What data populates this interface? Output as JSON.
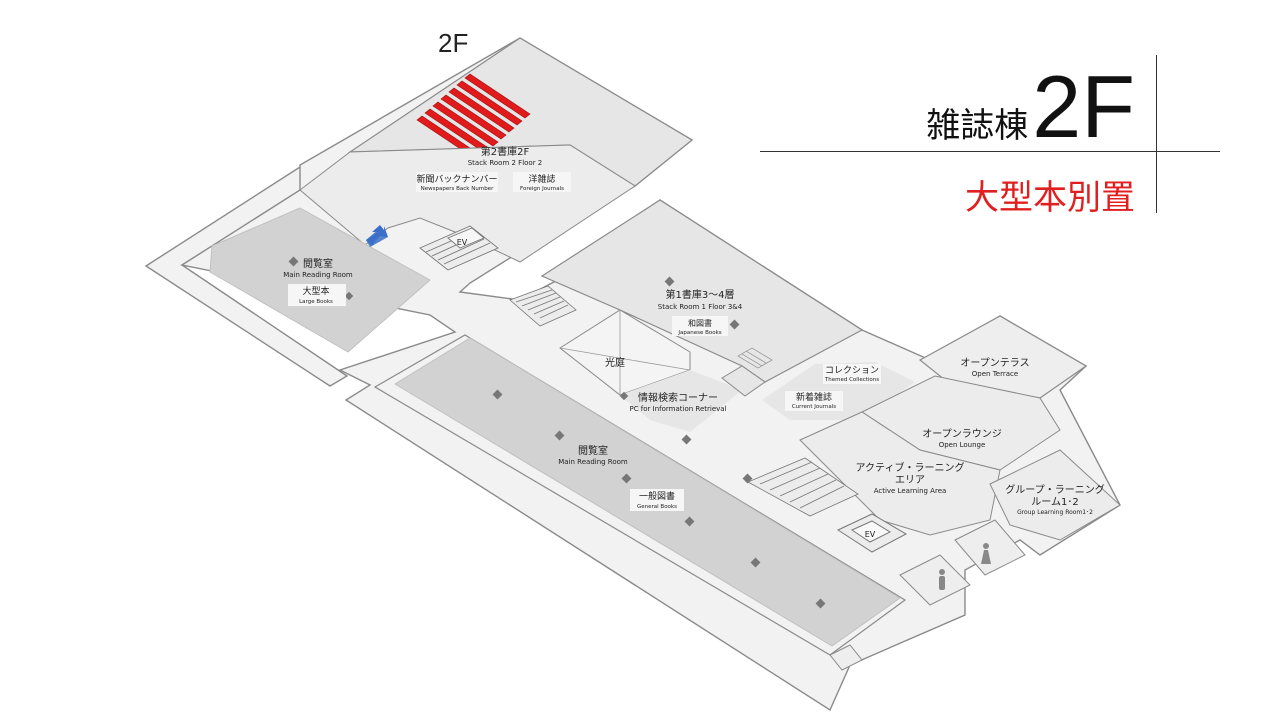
{
  "floor_tag": "2F",
  "title": {
    "building": "雑誌棟",
    "floor": "2F",
    "note": "大型本別置"
  },
  "rooms": {
    "stack2": {
      "ja": "第2書庫2F",
      "en": "Stack Room 2 Floor 2"
    },
    "newspapers": {
      "ja": "新聞バックナンバー",
      "en": "Newspapers Back Number"
    },
    "foreign": {
      "ja": "洋雑誌",
      "en": "Foreign Journals"
    },
    "ev": "EV",
    "reading_left": {
      "ja": "閲覧室",
      "en": "Main Reading Room"
    },
    "large_books": {
      "ja": "大型本",
      "en": "Large Books"
    },
    "stack1": {
      "ja": "第1書庫3～4層",
      "en": "Stack Room 1 Floor 3&4"
    },
    "japanese": {
      "ja": "和図書",
      "en": "Japanese Books"
    },
    "courtyard": "光庭",
    "info": {
      "ja": "情報検索コーナー",
      "en": "PC for Information Retrieval"
    },
    "collection": {
      "ja": "コレクション",
      "en": "Themed Collections"
    },
    "current": {
      "ja": "新着雑誌",
      "en": "Current Journals"
    },
    "terrace": {
      "ja": "オープンテラス",
      "en": "Open Terrace"
    },
    "lounge": {
      "ja": "オープンラウンジ",
      "en": "Open Lounge"
    },
    "active1": "アクティブ・ラーニング",
    "active2": "エリア",
    "active_en": "Active Learning Area",
    "group1": "グループ・ラーニング",
    "group2": "ルーム1･2",
    "group_en": "Group Learning Room1･2",
    "reading_main": {
      "ja": "閲覧室",
      "en": "Main Reading Room"
    },
    "general": {
      "ja": "一般図書",
      "en": "General Books"
    }
  },
  "colors": {
    "floor": "#f2f2f2",
    "wall": "#8a8a8a",
    "room": "#e6e6e6",
    "zone": "#d2d2d2",
    "zone_soft": "#e9e9e9",
    "highlight": "#e11b1b",
    "arrow": "#3a6fc9",
    "marker": "#777777"
  }
}
